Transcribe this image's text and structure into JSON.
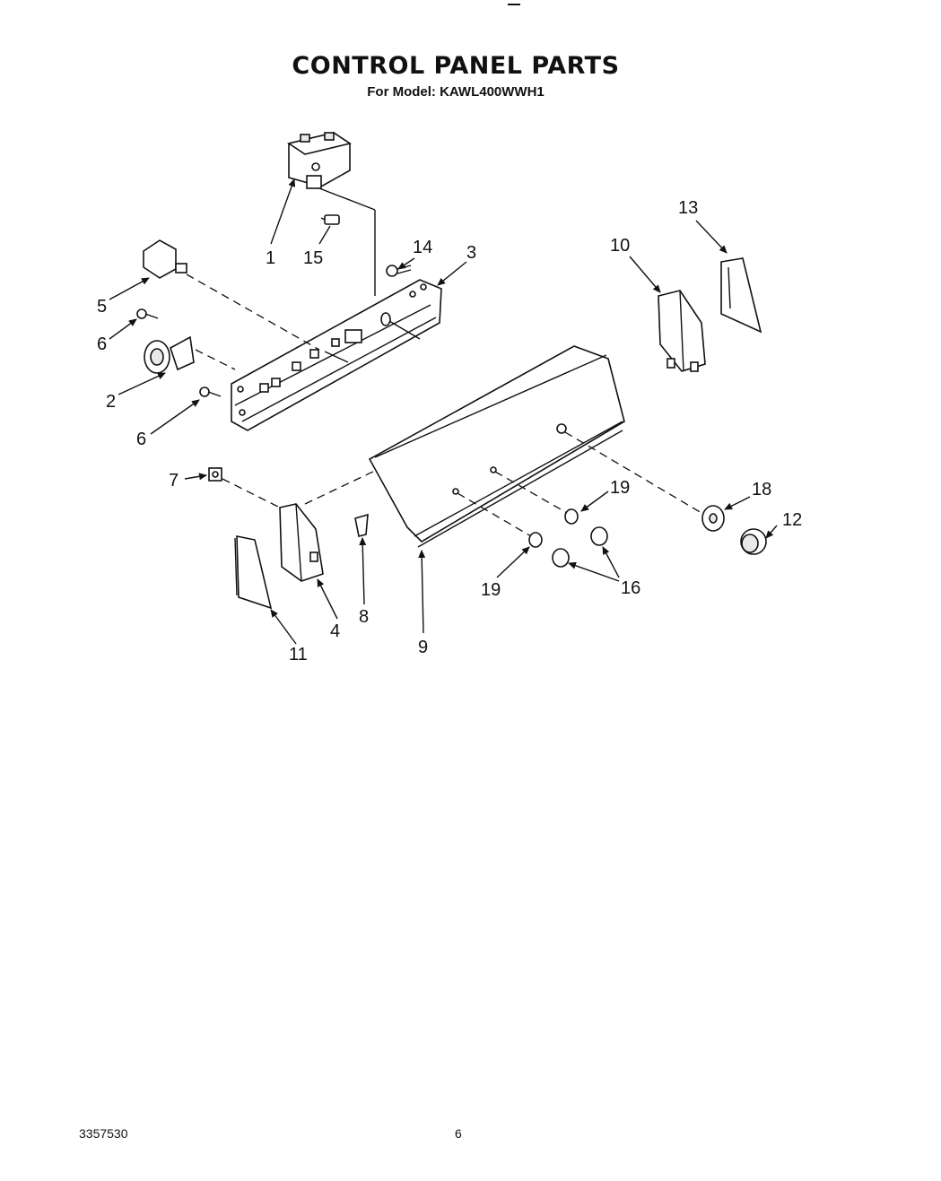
{
  "title": "CONTROL PANEL PARTS",
  "subtitle": "For Model: KAWL400WWH1",
  "callouts": {
    "c1": "1",
    "c2": "2",
    "c3": "3",
    "c4": "4",
    "c5": "5",
    "c6a": "6",
    "c6b": "6",
    "c7": "7",
    "c8": "8",
    "c9": "9",
    "c10": "10",
    "c11": "11",
    "c12": "12",
    "c13": "13",
    "c14": "14",
    "c15": "15",
    "c16": "16",
    "c18": "18",
    "c19a": "19",
    "c19b": "19"
  },
  "footer": {
    "doc_number": "3357530",
    "page_number": "6"
  }
}
